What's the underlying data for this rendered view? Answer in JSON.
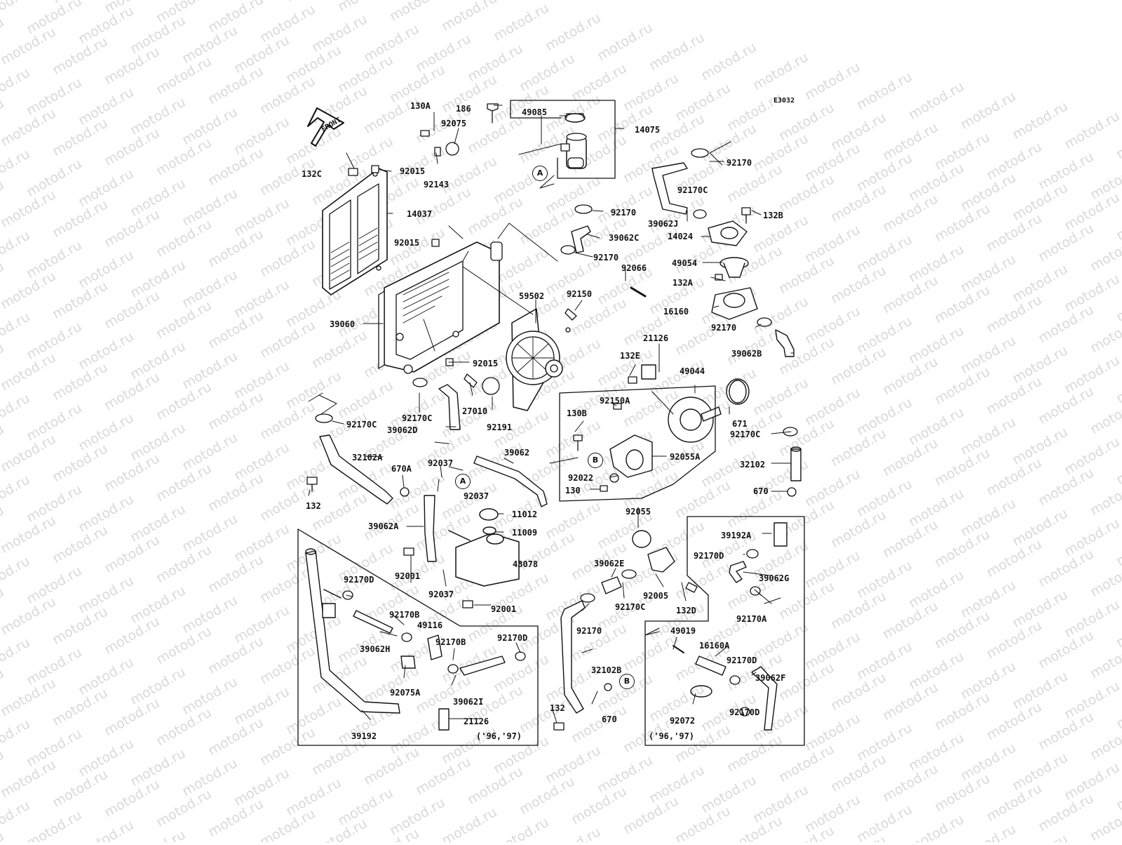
{
  "watermark": "motod.ru",
  "diagram_code": "E3032",
  "front_arrow_label": "FRONT",
  "variant_years": [
    "('96,'97)",
    "('96,'97)"
  ],
  "callouts": [
    "A",
    "A",
    "B",
    "B"
  ],
  "part_labels": [
    "130A",
    "186",
    "49085",
    "14075",
    "92075",
    "92015",
    "92143",
    "132C",
    "14037",
    "92015",
    "92170",
    "39062J",
    "92170C",
    "132B",
    "14024",
    "49054",
    "92170",
    "39062C",
    "92170",
    "92066",
    "132A",
    "16160",
    "59502",
    "92150",
    "39060",
    "92015",
    "92170",
    "39062B",
    "21126",
    "132E",
    "49044",
    "92150A",
    "130B",
    "671",
    "92170C",
    "92055A",
    "92170C",
    "27010",
    "92191",
    "39062D",
    "92170C",
    "32102A",
    "92037",
    "39062",
    "670A",
    "92037",
    "92022",
    "130",
    "132",
    "32102",
    "670",
    "11012",
    "39062A",
    "11009",
    "43078",
    "92001",
    "92037",
    "92001",
    "92055",
    "39192A",
    "39062E",
    "92170D",
    "39062G",
    "92005",
    "92170C",
    "132D",
    "92170A",
    "92170D",
    "92170B",
    "49116",
    "39062H",
    "92170B",
    "92170D",
    "92075A",
    "39062I",
    "21126",
    "39192",
    "92170",
    "32102B",
    "132",
    "670",
    "49019",
    "16160A",
    "92170D",
    "39062F",
    "92072",
    "92170D"
  ]
}
